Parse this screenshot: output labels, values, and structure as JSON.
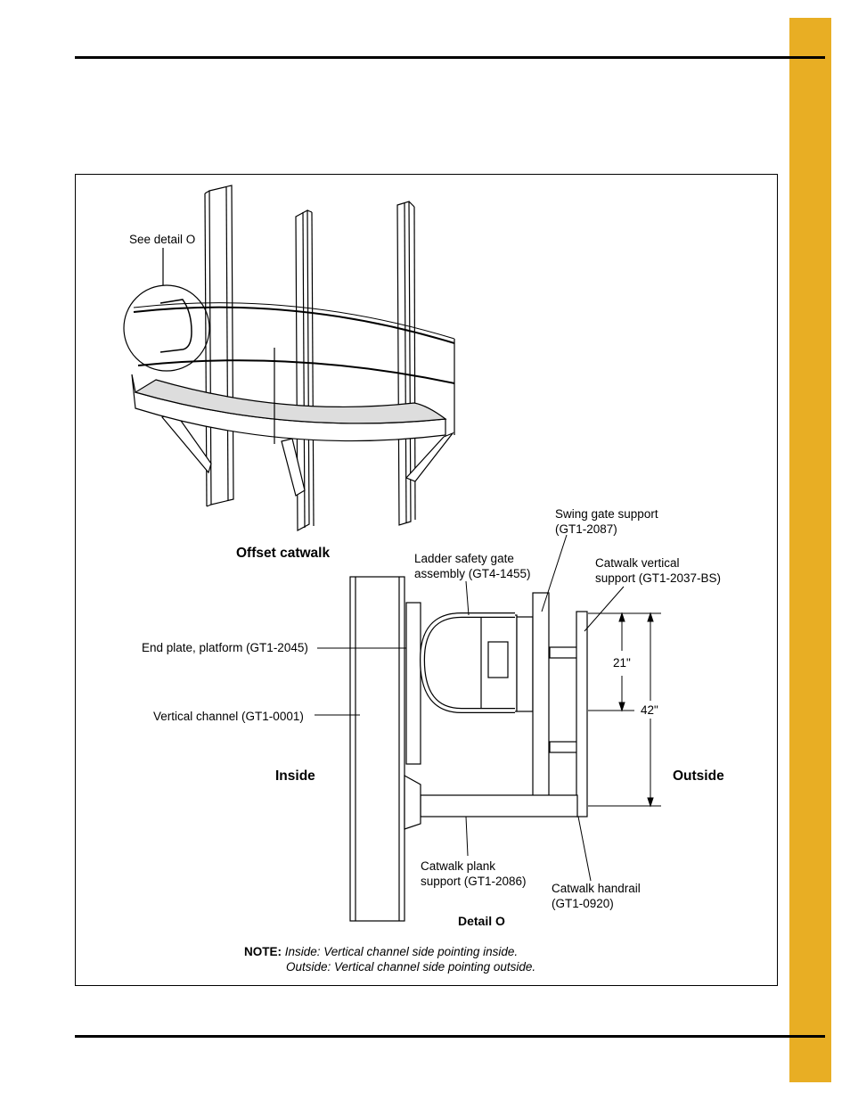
{
  "page": {
    "tab_color": "#E8AE24"
  },
  "labels": {
    "see_detail": "See detail O",
    "offset_catwalk": "Offset catwalk",
    "swing_gate_1": "Swing gate support",
    "swing_gate_2": "(GT1-2087)",
    "ladder_gate_1": "Ladder safety gate",
    "ladder_gate_2": "assembly (GT4-1455)",
    "vertical_support_1": "Catwalk vertical",
    "vertical_support_2": "support (GT1-2037-BS)",
    "end_plate": "End plate, platform (GT1-2045)",
    "vertical_channel": "Vertical channel (GT1-0001)",
    "dim_21": "21\"",
    "dim_42": "42\"",
    "inside": "Inside",
    "outside": "Outside",
    "plank_support_1": "Catwalk plank",
    "plank_support_2": "support (GT1-2086)",
    "handrail_1": "Catwalk handrail",
    "handrail_2": "(GT1-0920)",
    "detail_o": "Detail O"
  },
  "note": {
    "prefix": "NOTE:",
    "line1": "Inside: Vertical channel side pointing inside.",
    "line2": "Outside: Vertical channel side pointing outside."
  }
}
